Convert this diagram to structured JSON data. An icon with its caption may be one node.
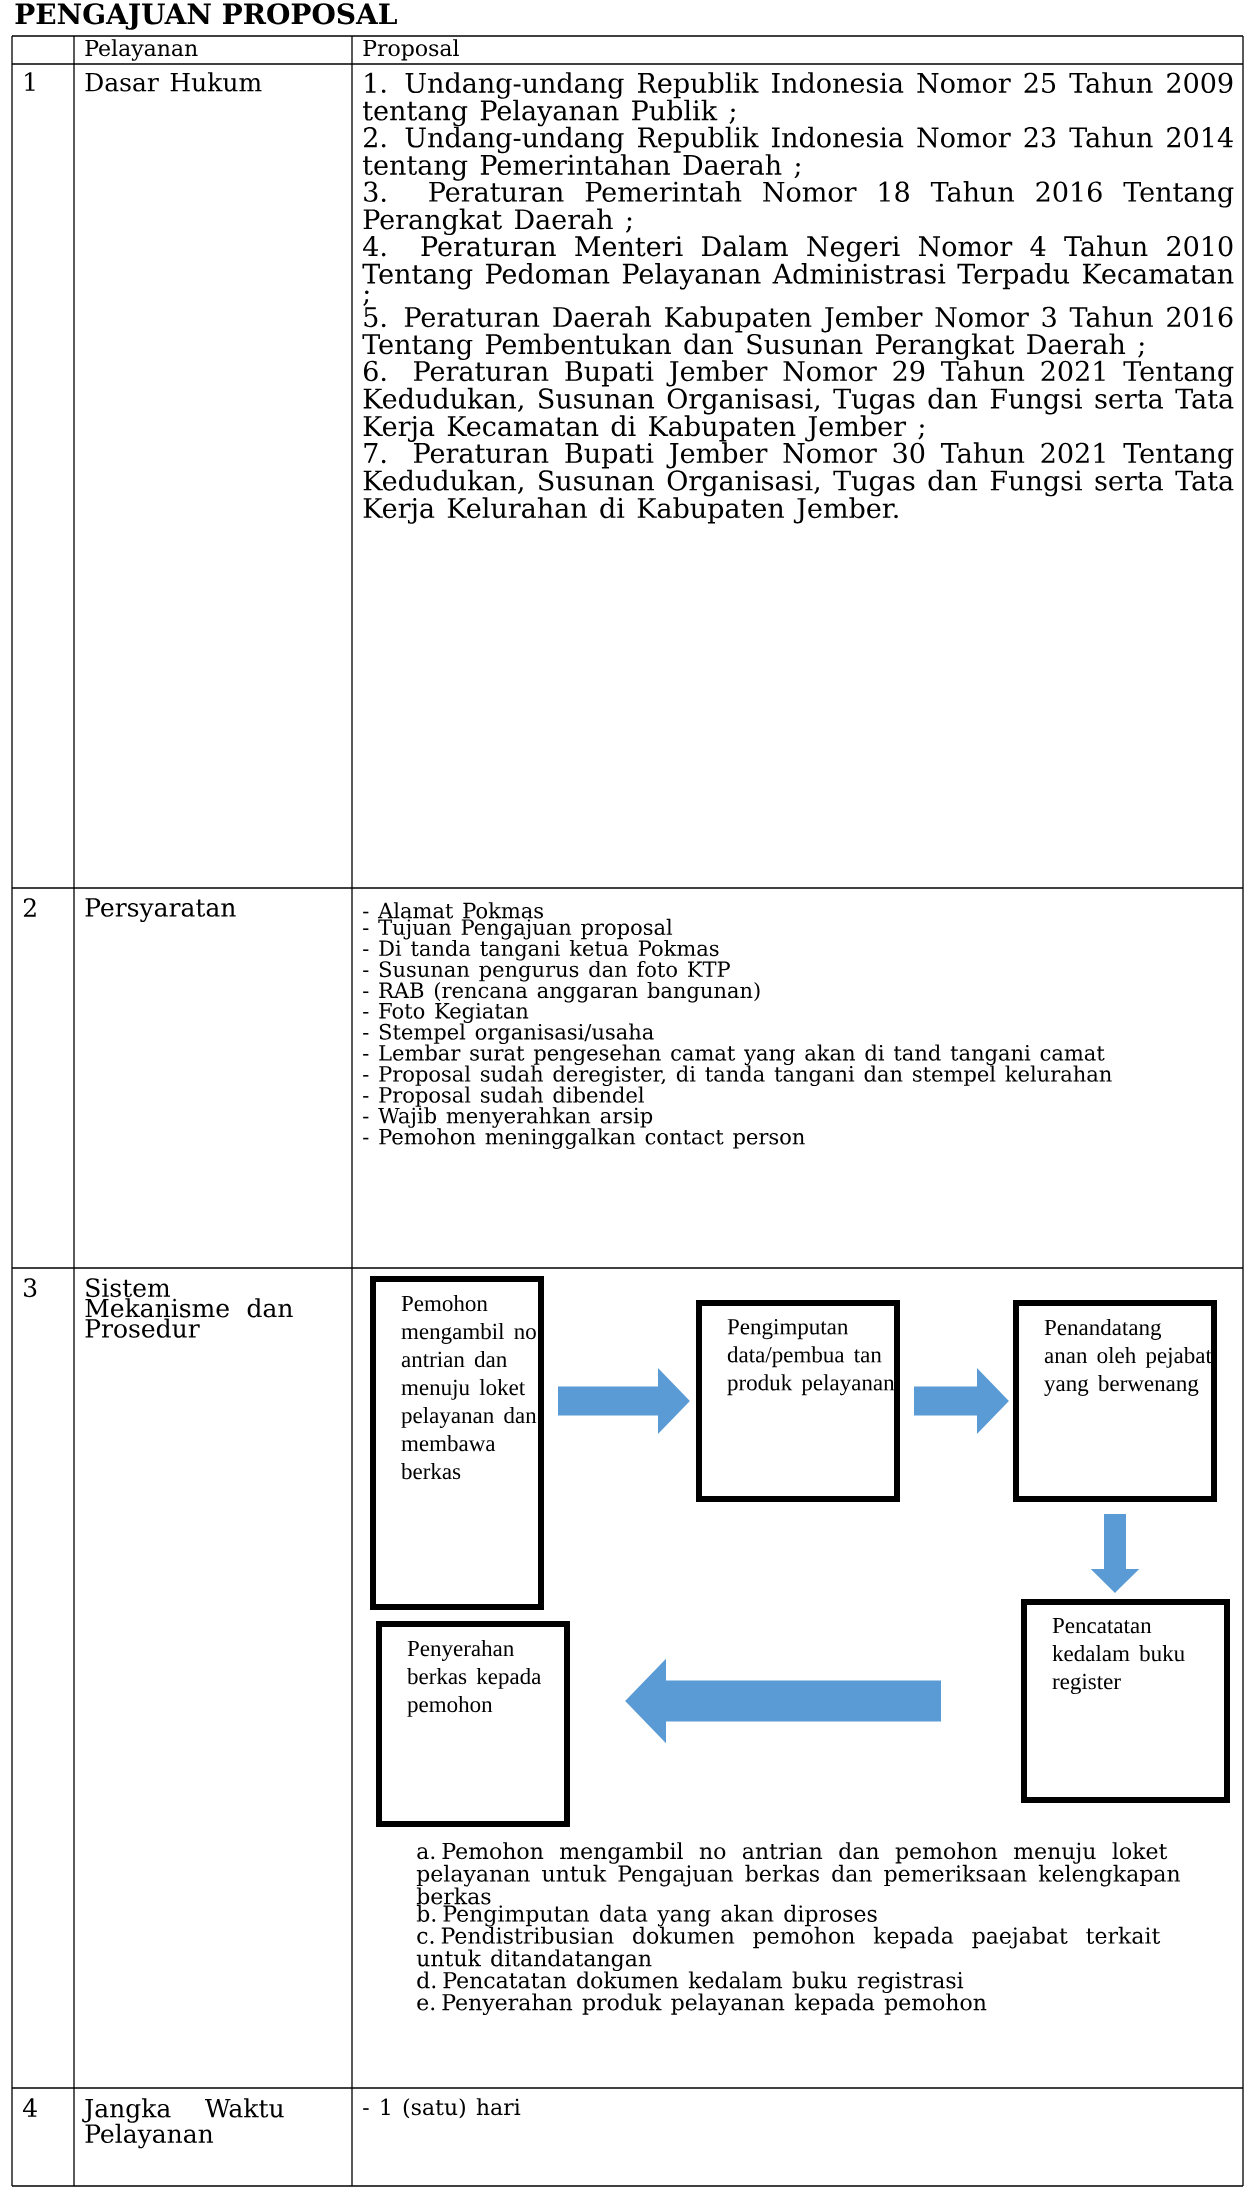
{
  "diagram": {
    "title": "PENGAJUAN PROPOSAL",
    "nodes": [
      {
        "text": [
          "Pemohon mengambil no antrian dan menuju loket pelayanan dan membawa berkas"
        ]
      },
      {
        "text": [
          "Pengimputan data/pembua tan produk pelayanan"
        ]
      },
      {
        "text": [
          "Penandatang anan oleh pejabat yang berwenang"
        ]
      },
      {
        "text": [
          "Pencatatan kedalam buku register"
        ]
      },
      {
        "text": [
          "Penyerahan berkas kepada pemohon"
        ]
      }
    ],
    "edges": [
      {
        "from": 0,
        "to": 1,
        "arrow": "to"
      },
      {
        "from": 1,
        "to": 2,
        "arrow": "to"
      },
      {
        "from": 2,
        "to": 3,
        "arrow": "to"
      },
      {
        "from": 3,
        "to": 4,
        "arrow": "to"
      }
    ],
    "labels": [
      "Pelayanan",
      "Proposal",
      "1",
      "Dasar Hukum",
      "1. Undang-undang Republik Indonesia Nomor 25 Tahun 2009 tentang Pelayanan Publik ;",
      "2. Undang-undang Republik Indonesia Nomor 23 Tahun 2014 tentang Pemerintahan Daerah ;",
      "3. Peraturan Pemerintah Nomor 18 Tahun 2016 Tentang Perangkat Daerah ;",
      "4. Peraturan Menteri Dalam Negeri Nomor 4 Tahun 2010 Tentang Pedoman Pelayanan Administrasi Terpadu Kecamatan ;",
      "5. Peraturan Daerah Kabupaten Jember Nomor 3 Tahun 2016 Tentang Pembentukan dan Susunan Perangkat Daerah ;",
      "6. Peraturan Bupati Jember Nomor 29 Tahun 2021 Tentang Kedudukan, Susunan Organisasi, Tugas dan Fungsi serta Tata Kerja Kecamatan di Kabupaten Jember ;",
      "7. Peraturan Bupati Jember Nomor 30 Tahun 2021 Tentang Kedudukan, Susunan Organisasi, Tugas dan Fungsi serta Tata Kerja Kelurahan di Kabupaten Jember.",
      "2",
      "Persyaratan",
      "- Alamat Pokmas",
      "- Tujuan Pengajuan proposal",
      "- Di tanda tangani ketua Pokmas",
      "- Susunan pengurus dan foto KTP",
      "- RAB (rencana anggaran bangunan)",
      "- Foto Kegiatan",
      "- Stempel organisasi/usaha",
      "- Lembar surat pengesehan camat yang akan di tand tangani camat",
      "- Proposal sudah deregister, di tanda tangani dan stempel kelurahan",
      "- Proposal sudah dibendel",
      "- Wajib menyerahkan arsip",
      "- Pemohon meninggalkan contact person",
      "3",
      "Sistem Mekanisme dan Prosedur",
      "a. Pemohon mengambil no antrian dan pemohon menuju loket pelayanan untuk Pengajuan berkas dan pemeriksaan kelengkapan berkas",
      "b. Pengimputan data yang akan diproses",
      "c. Pendistribusian dokumen pemohon kepada paejabat terkait untuk ditandatangan",
      "d. Pencatatan dokumen kedalam buku registrasi",
      "e. Penyerahan produk pelayanan kepada pemohon",
      "4",
      "Jangka Waktu Pelayanan",
      "- 1 (satu) hari"
    ]
  }
}
